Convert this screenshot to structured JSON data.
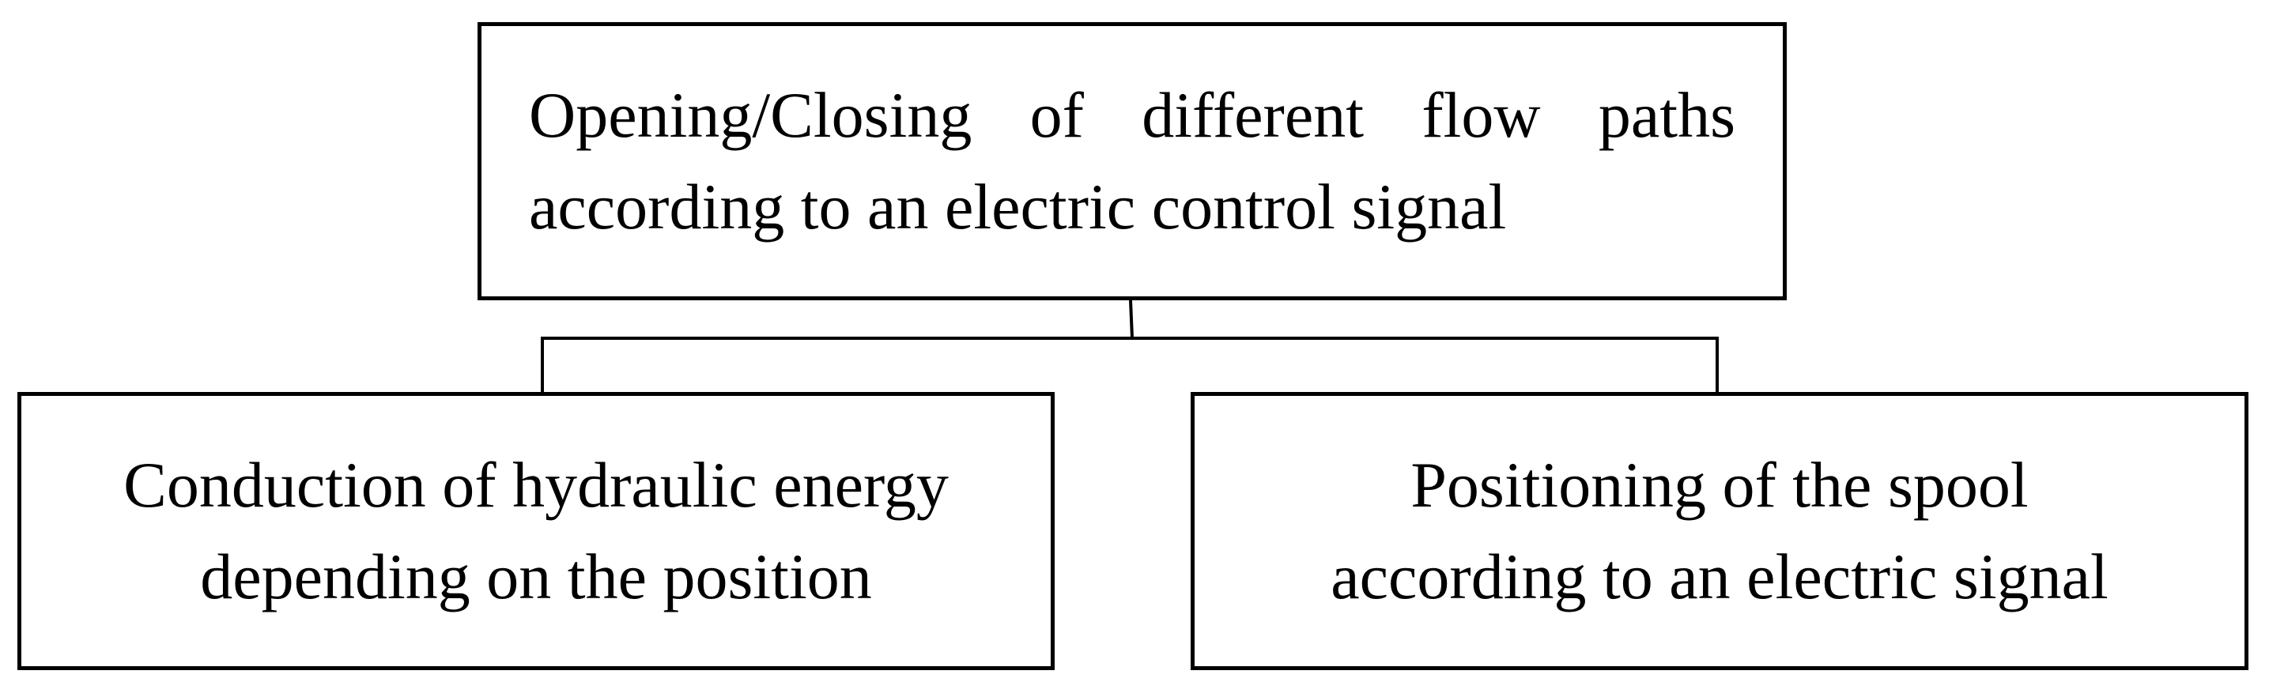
{
  "diagram": {
    "top_node": {
      "line1": "Opening/Closing of different flow paths",
      "line2": "according to an electric control signal"
    },
    "left_node": {
      "line1": "Conduction of hydraulic energy",
      "line2": "depending on the position"
    },
    "right_node": {
      "line1": "Positioning of the spool",
      "line2": "according to an electric signal"
    }
  }
}
